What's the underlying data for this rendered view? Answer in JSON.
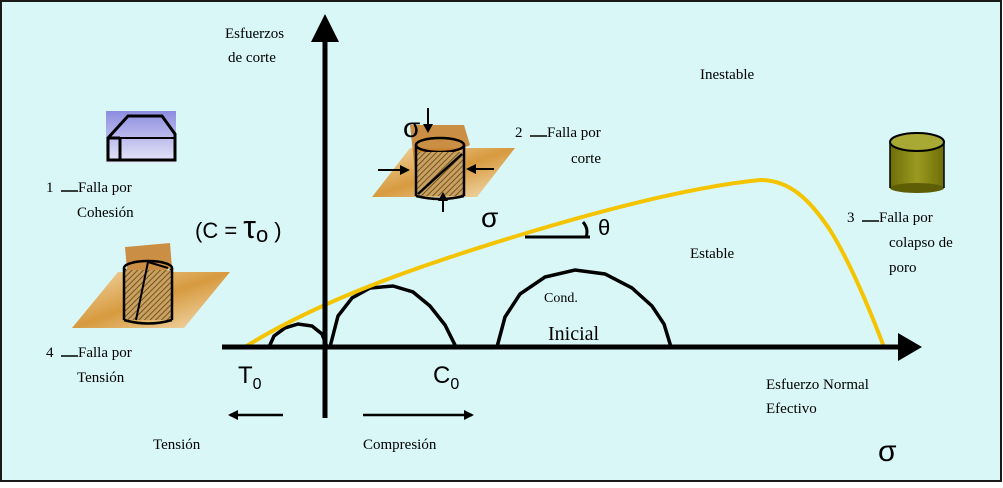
{
  "colors": {
    "background": "#d9f7f7",
    "frame": "#1a1a1a",
    "envelope": "#f5c400",
    "axis": "#000000",
    "circle": "#000000",
    "cohesion_block": "#7a7ad8",
    "pore_cylinder": "#7f7f10",
    "shear_plane": "#d8a24a"
  },
  "labels": {
    "y_axis": [
      "Esfuerzos",
      "de  corte"
    ],
    "x_axis": [
      "Esfuerzo Normal",
      "Efectivo"
    ],
    "sigma_bottom": "σ",
    "unstable": "Inestable",
    "stable": "Estable",
    "initial_cond": [
      "Cond.",
      "Inicial"
    ],
    "tension_dir": "Tensión",
    "compression_dir": "Compresión",
    "t0": "T",
    "t0_sub": "0",
    "c0": "C",
    "c0_sub": "0",
    "cohesion_eq": "(C = ",
    "tau": "τ",
    "tau_sub": "o",
    "close_paren": " )",
    "theta": "θ",
    "sigma_top": "σ",
    "sigma_mid": "σ"
  },
  "failure_modes": {
    "cohesion": {
      "number": "1",
      "lines": [
        "Falla por",
        "Cohesión"
      ]
    },
    "shear": {
      "number": "2",
      "lines": [
        "Falla por",
        "corte"
      ]
    },
    "pore": {
      "number": "3",
      "lines": [
        "Falla por",
        "colapso de",
        "poro"
      ]
    },
    "tension": {
      "number": "4",
      "lines": [
        "Falla por",
        "Tensión"
      ]
    }
  },
  "icons": [
    "cohesion-block-icon",
    "shear-specimen-icon",
    "pore-collapse-cylinder-icon",
    "tension-specimen-icon"
  ]
}
